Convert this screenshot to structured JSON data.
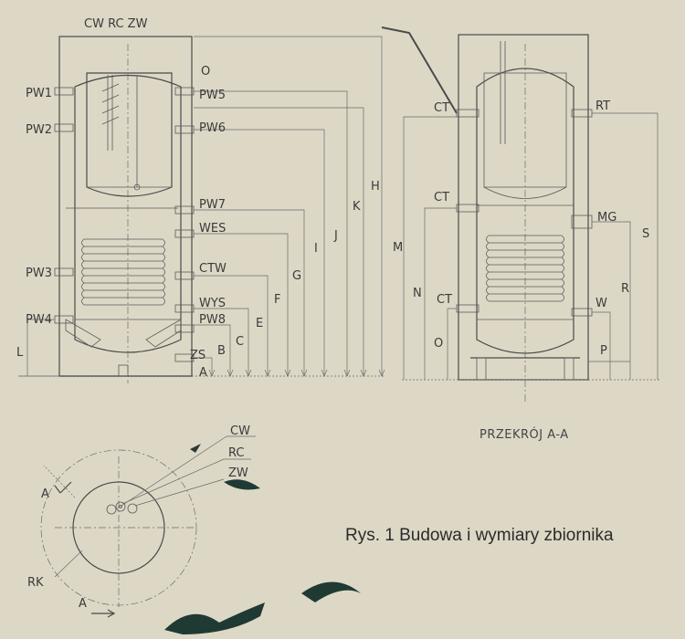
{
  "labels": {
    "top_connections": "CW RC ZW",
    "O_left": "O",
    "PW1": "PW1",
    "PW2": "PW2",
    "PW3": "PW3",
    "PW4": "PW4",
    "PW5": "PW5",
    "PW6": "PW6",
    "PW7": "PW7",
    "PW8": "PW8",
    "WES": "WES",
    "CTW": "CTW",
    "WYS": "WYS",
    "ZS": "ZS",
    "A": "A",
    "B": "B",
    "C": "C",
    "E": "E",
    "F": "F",
    "G": "G",
    "I": "I",
    "J": "J",
    "K": "K",
    "H": "H",
    "L": "L",
    "M": "M",
    "N": "N",
    "O_right": "O",
    "P": "P",
    "RT": "RT",
    "MG": "MG",
    "S": "S",
    "R": "R",
    "W": "W",
    "CT1": "CT",
    "CT2": "CT",
    "CT3": "CT",
    "CW": "CW",
    "RC": "RC",
    "ZW": "ZW",
    "RK": "RK",
    "A_upper": "A",
    "A_lower": "A"
  },
  "section_title": "PRZEKRÓJ A-A",
  "caption": "Rys. 1 Budowa i wymiary zbiornika"
}
